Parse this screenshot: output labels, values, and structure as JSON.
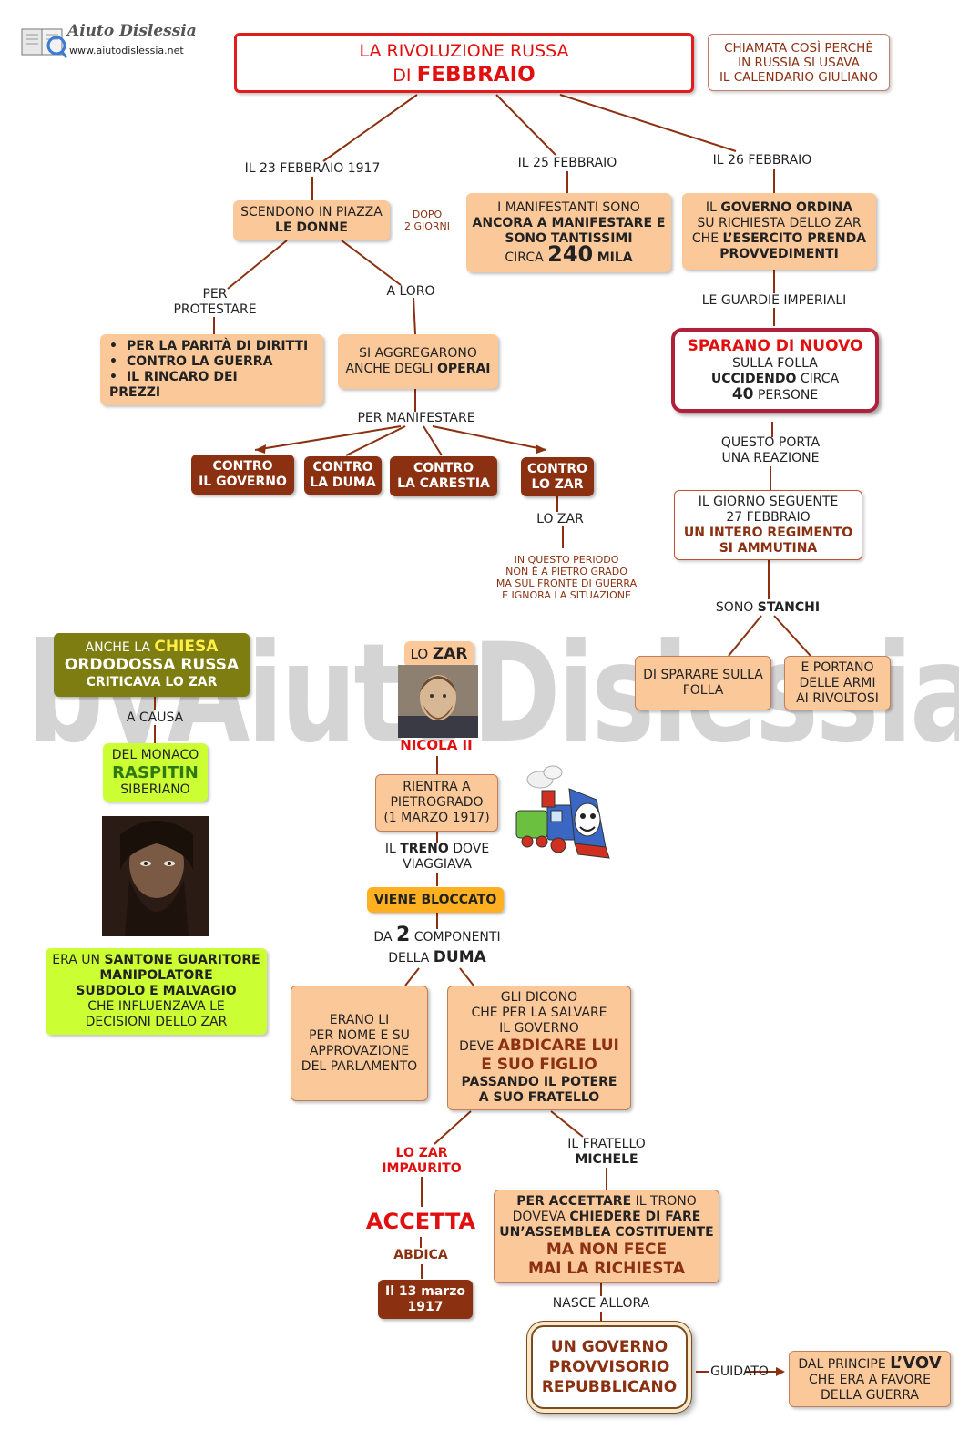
{
  "logo": {
    "name": "Aiuto Dislessia",
    "url": "www.aiutodislessia.net"
  },
  "watermark": "byAiutoDislessia.net",
  "title": {
    "line1": "LA RIVOLUZIONE RUSSA",
    "line2_prefix": "DI",
    "line2_bold": "FEBBRAIO"
  },
  "note_calendar": [
    "CHIAMATA COSÌ PERCHÈ",
    "IN RUSSIA SI USAVA",
    "IL CALENDARIO GIULIANO"
  ],
  "col1": {
    "date": "IL 23 FEBBRAIO 1917",
    "box_donne": {
      "line1": "SCENDONO IN PIAZZA",
      "line2": "LE DONNE"
    },
    "after": [
      "DOPO",
      "2 GIORNI"
    ],
    "label_per_protestare": [
      "PER",
      "PROTESTARE"
    ],
    "label_a_loro": "A LORO",
    "reasons": [
      "PER LA PARITÀ DI DIRITTI",
      "CONTRO LA GUERRA",
      "IL RINCARO DEI",
      "PREZZI"
    ],
    "box_operai": {
      "line1": "SI AGGREGARONO",
      "line2_prefix": "ANCHE DEGLI",
      "line2_bold": "OPERAI"
    },
    "label_per_manifestare": "PER MANIFESTARE",
    "contro": [
      [
        "CONTRO",
        "IL GOVERNO"
      ],
      [
        "CONTRO",
        "LA DUMA"
      ],
      [
        "CONTRO",
        "LA CARESTIA"
      ],
      [
        "CONTRO",
        "LO ZAR"
      ]
    ],
    "label_lo_zar": "LO ZAR",
    "zar_note": [
      "IN QUESTO PERIODO",
      "NON È A PIETRO GRADO",
      "MA SUL FRONTE DI GUERRA",
      "E IGNORA LA SITUAZIONE"
    ]
  },
  "col2": {
    "date": "IL 25 FEBBRAIO",
    "box": {
      "line1": "I MANIFESTANTI SONO",
      "line2": "ANCORA A MANIFESTARE E",
      "line3": "SONO TANTISSIMI",
      "circa": "CIRCA",
      "number": "240",
      "unit": "MILA"
    }
  },
  "col3": {
    "date": "IL 26 FEBBRAIO",
    "box": {
      "l1_prefix": "IL",
      "l1_bold": "GOVERNO ORDINA",
      "line2": "SU RICHIESTA DELLO ZAR",
      "l3_prefix": "CHE",
      "l3_bold": "L’ESERCITO PRENDA",
      "line4": "PROVVEDIMENTI"
    },
    "label_guardie": "LE GUARDIE IMPERIALI",
    "sparano": {
      "line1": "SPARANO DI NUOVO",
      "line2": "SULLA FOLLA",
      "l3_bold": "UCCIDENDO",
      "l3_rest": "CIRCA",
      "l4_bold": "40",
      "l4_rest": "PERSONE"
    },
    "label_reazione": [
      "QUESTO PORTA",
      "UNA REAZIONE"
    ],
    "giorno": {
      "line1": "IL GIORNO SEGUENTE",
      "line2": "27 FEBBRAIO",
      "line3": "UN INTERO REGIMENTO",
      "line4": "SI AMMUTINA"
    },
    "label_stanchi_prefix": "SONO",
    "label_stanchi_bold": "STANCHI",
    "box_sparare": [
      "DI SPARARE SULLA",
      "FOLLA"
    ],
    "box_armi": [
      "E PORTANO",
      "DELLE ARMI",
      "AI RIVOLTOSI"
    ]
  },
  "chiesa": {
    "box": {
      "l1_prefix": "ANCHE LA",
      "l1_bold": "CHIESA",
      "line2": "ORDODOSSA RUSSA",
      "line3": "CRITICAVA LO ZAR"
    },
    "label_causa": "A CAUSA",
    "monaco": {
      "line1": "DEL MONACO",
      "line2": "RASPITIN",
      "line3": "SIBERIANO"
    },
    "santone": {
      "l1_prefix": "ERA UN",
      "l1_bold": "SANTONE GUARITORE",
      "line2": "MANIPOLATORE",
      "line3": "SUBDOLO E MALVAGIO",
      "line4": "CHE  INFLUENZAVA LE",
      "line5": "DECISIONI DELLO ZAR"
    }
  },
  "zar": {
    "header_prefix": "LO",
    "header_bold": "ZAR",
    "name": "NICOLA II",
    "rientra": [
      "RIENTRA A",
      "PIETROGRADO",
      "(1 MARZO 1917)"
    ],
    "treno": {
      "l1_prefix": "IL",
      "l1_bold": "TRENO",
      "l1_suffix": "DOVE",
      "line2": "VIAGGIAVA"
    },
    "bloccato": "VIENE BLOCCATO",
    "da": {
      "prefix": "DA",
      "number": "2",
      "suffix": "COMPONENTI",
      "l2_prefix": "DELLA",
      "l2_bold": "DUMA"
    },
    "erano": [
      "ERANO LI",
      "PER NOME E SU",
      "APPROVAZIONE",
      "DEL PARLAMENTO"
    ],
    "dicono": {
      "line1": "GLI DICONO",
      "line2": "CHE PER LA SALVARE",
      "line3": "IL GOVERNO",
      "l4_prefix": "DEVE",
      "l4_bold": "ABDICARE LUI",
      "line5": "E SUO FIGLIO",
      "line6": "PASSANDO  IL POTERE",
      "line7": "A SUO FRATELLO"
    },
    "impaurito": [
      "LO ZAR",
      "IMPAURITO"
    ],
    "accetta": "ACCETTA",
    "abdica": "ABDICA",
    "data_abdica": [
      "Il 13 marzo",
      "1917"
    ],
    "fratello": {
      "line1": "IL FRATELLO",
      "line2": "MICHELE"
    },
    "trono": {
      "l1_bold": "PER ACCETTARE",
      "l1_rest": "IL TRONO",
      "l2_prefix": "DOVEVA",
      "l2_bold": "CHIEDERE DI FARE",
      "line3": "UN’ASSEMBLEA COSTITUENTE",
      "line4": "MA NON FECE",
      "line5": "MAI LA RICHIESTA"
    },
    "nasce": "NASCE ALLORA",
    "governo": [
      "UN GOVERNO",
      "PROVVISORIO",
      "REPUBBLICANO"
    ],
    "guidato": "GUIDATO",
    "principe": {
      "l1_prefix": "DAL PRINCIPE",
      "l1_bold": "L’VOV",
      "line2": "CHE ERA A FAVORE",
      "line3": "DELLA GUERRA"
    }
  },
  "icons": [
    "book-logo-icon",
    "tsar-portrait-icon",
    "rasputin-portrait-icon",
    "train-cartoon-icon"
  ],
  "colors": {
    "title_border": "#e21b1b",
    "peach": "#fbc89a",
    "brown": "#8b3010",
    "lime": "#ccff33",
    "olive": "#7d7d12",
    "orange": "#ffb020",
    "red_text": "#e01010"
  }
}
